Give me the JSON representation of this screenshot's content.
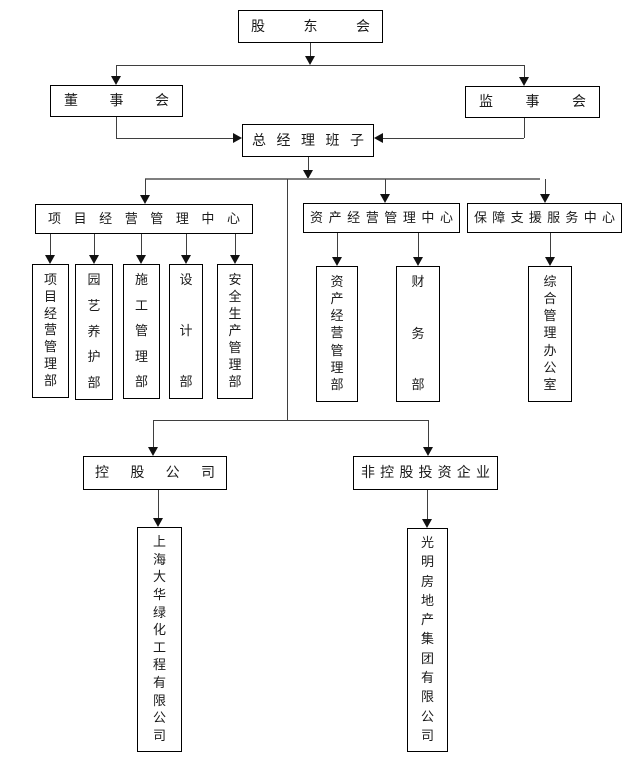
{
  "diagram": {
    "type": "org-chart",
    "background_color": "#ffffff",
    "box_border_color": "#000000",
    "line_color": "#3f3f3f",
    "nodes": {
      "shareholders": {
        "label": "股东会"
      },
      "board": {
        "label": "董事会"
      },
      "supervisors": {
        "label": "监事会"
      },
      "gm_team": {
        "label": "总经理班子"
      },
      "center_project": {
        "label": "项目经营管理中心"
      },
      "center_asset": {
        "label": "资产经营管理中心"
      },
      "center_support": {
        "label": "保障支援服务中心"
      },
      "dept_project_mgmt": {
        "label": "项目经营管理部"
      },
      "dept_gardening": {
        "label": "园艺养护部"
      },
      "dept_construction": {
        "label": "施工管理部"
      },
      "dept_design": {
        "label": "设计部"
      },
      "dept_safety": {
        "label": "安全生产管理部"
      },
      "dept_asset_mgmt": {
        "label": "资产经营管理部"
      },
      "dept_finance": {
        "label": "财务部"
      },
      "dept_general_office": {
        "label": "综合管理办公室"
      },
      "holding": {
        "label": "控股公司"
      },
      "non_holding": {
        "label": "非控股投资企业"
      },
      "company_shanghai_dahua": {
        "label": "上海大华绿化工程有限公司"
      },
      "company_guangming": {
        "label": "光明房地产集团有限公司"
      }
    },
    "edges": [
      {
        "from": "股东会",
        "to": "董事会"
      },
      {
        "from": "股东会",
        "to": "监事会"
      },
      {
        "from": "董事会",
        "to": "总经理班子"
      },
      {
        "from": "监事会",
        "to": "总经理班子"
      },
      {
        "from": "总经理班子",
        "to": "项目经营管理中心"
      },
      {
        "from": "总经理班子",
        "to": "资产经营管理中心"
      },
      {
        "from": "总经理班子",
        "to": "保障支援服务中心"
      },
      {
        "from": "总经理班子",
        "to": "控股公司"
      },
      {
        "from": "总经理班子",
        "to": "非控股投资企业"
      },
      {
        "from": "项目经营管理中心",
        "to": "项目经营管理部"
      },
      {
        "from": "项目经营管理中心",
        "to": "园艺养护部"
      },
      {
        "from": "项目经营管理中心",
        "to": "施工管理部"
      },
      {
        "from": "项目经营管理中心",
        "to": "设计部"
      },
      {
        "from": "项目经营管理中心",
        "to": "安全生产管理部"
      },
      {
        "from": "资产经营管理中心",
        "to": "资产经营管理部"
      },
      {
        "from": "资产经营管理中心",
        "to": "财务部"
      },
      {
        "from": "保障支援服务中心",
        "to": "综合管理办公室"
      },
      {
        "from": "控股公司",
        "to": "上海大华绿化工程有限公司"
      },
      {
        "from": "非控股投资企业",
        "to": "光明房地产集团有限公司"
      }
    ]
  }
}
